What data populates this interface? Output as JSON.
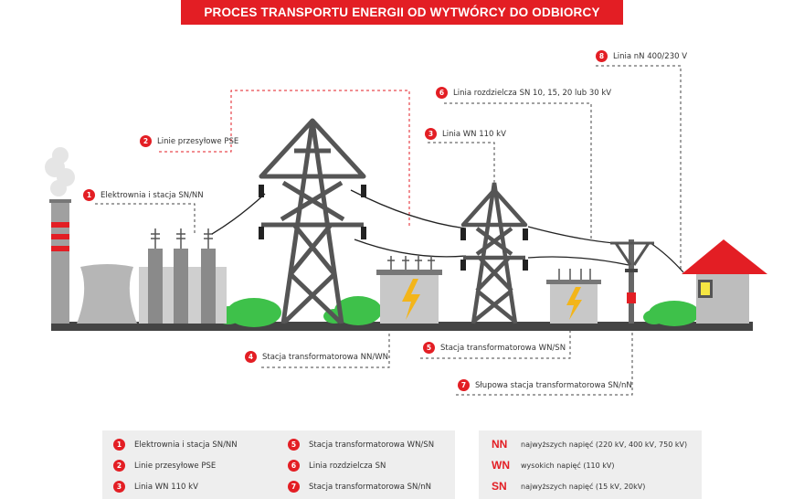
{
  "title": "PROCES TRANSPORTU ENERGII OD WYTWÓRCY DO ODBIORCY",
  "callouts": [
    {
      "num": "1",
      "label": "Elektrownia i stacja SN/NN"
    },
    {
      "num": "2",
      "label": "Linie przesyłowe PSE"
    },
    {
      "num": "3",
      "label": "Linia WN 110 kV"
    },
    {
      "num": "4",
      "label": "Stacja transformatorowa NN/WN"
    },
    {
      "num": "5",
      "label": "Stacja transformatorowa WN/SN"
    },
    {
      "num": "6",
      "label": "Linia rozdzielcza SN 10, 15, 20 lub 30 kV"
    },
    {
      "num": "7",
      "label": "Słupowa stacja transformatorowa SN/nN"
    },
    {
      "num": "8",
      "label": "Linia nN 400/230 V"
    }
  ],
  "legend": [
    {
      "num": "1",
      "label": "Elektrownia i stacja SN/NN"
    },
    {
      "num": "2",
      "label": "Linie przesyłowe PSE"
    },
    {
      "num": "3",
      "label": "Linia WN 110 kV"
    },
    {
      "num": "5",
      "label": "Stacja transformatorowa WN/SN"
    },
    {
      "num": "6",
      "label": "Linia rozdzielcza SN"
    },
    {
      "num": "7",
      "label": "Stacja transformatorowa SN/nN"
    }
  ],
  "abbreviations": [
    {
      "abbr": "NN",
      "desc": "najwyższych napięć (220 kV, 400 kV, 750 kV)"
    },
    {
      "abbr": "WN",
      "desc": "wysokich napięć (110 kV)"
    },
    {
      "abbr": "SN",
      "desc": "najwyższych napięć (15 kV, 20kV)"
    }
  ],
  "colors": {
    "accent": "#e31e24",
    "steel": "#555555",
    "green": "#3ec14a",
    "ground": "#444444",
    "building": "#bdbdbd"
  }
}
